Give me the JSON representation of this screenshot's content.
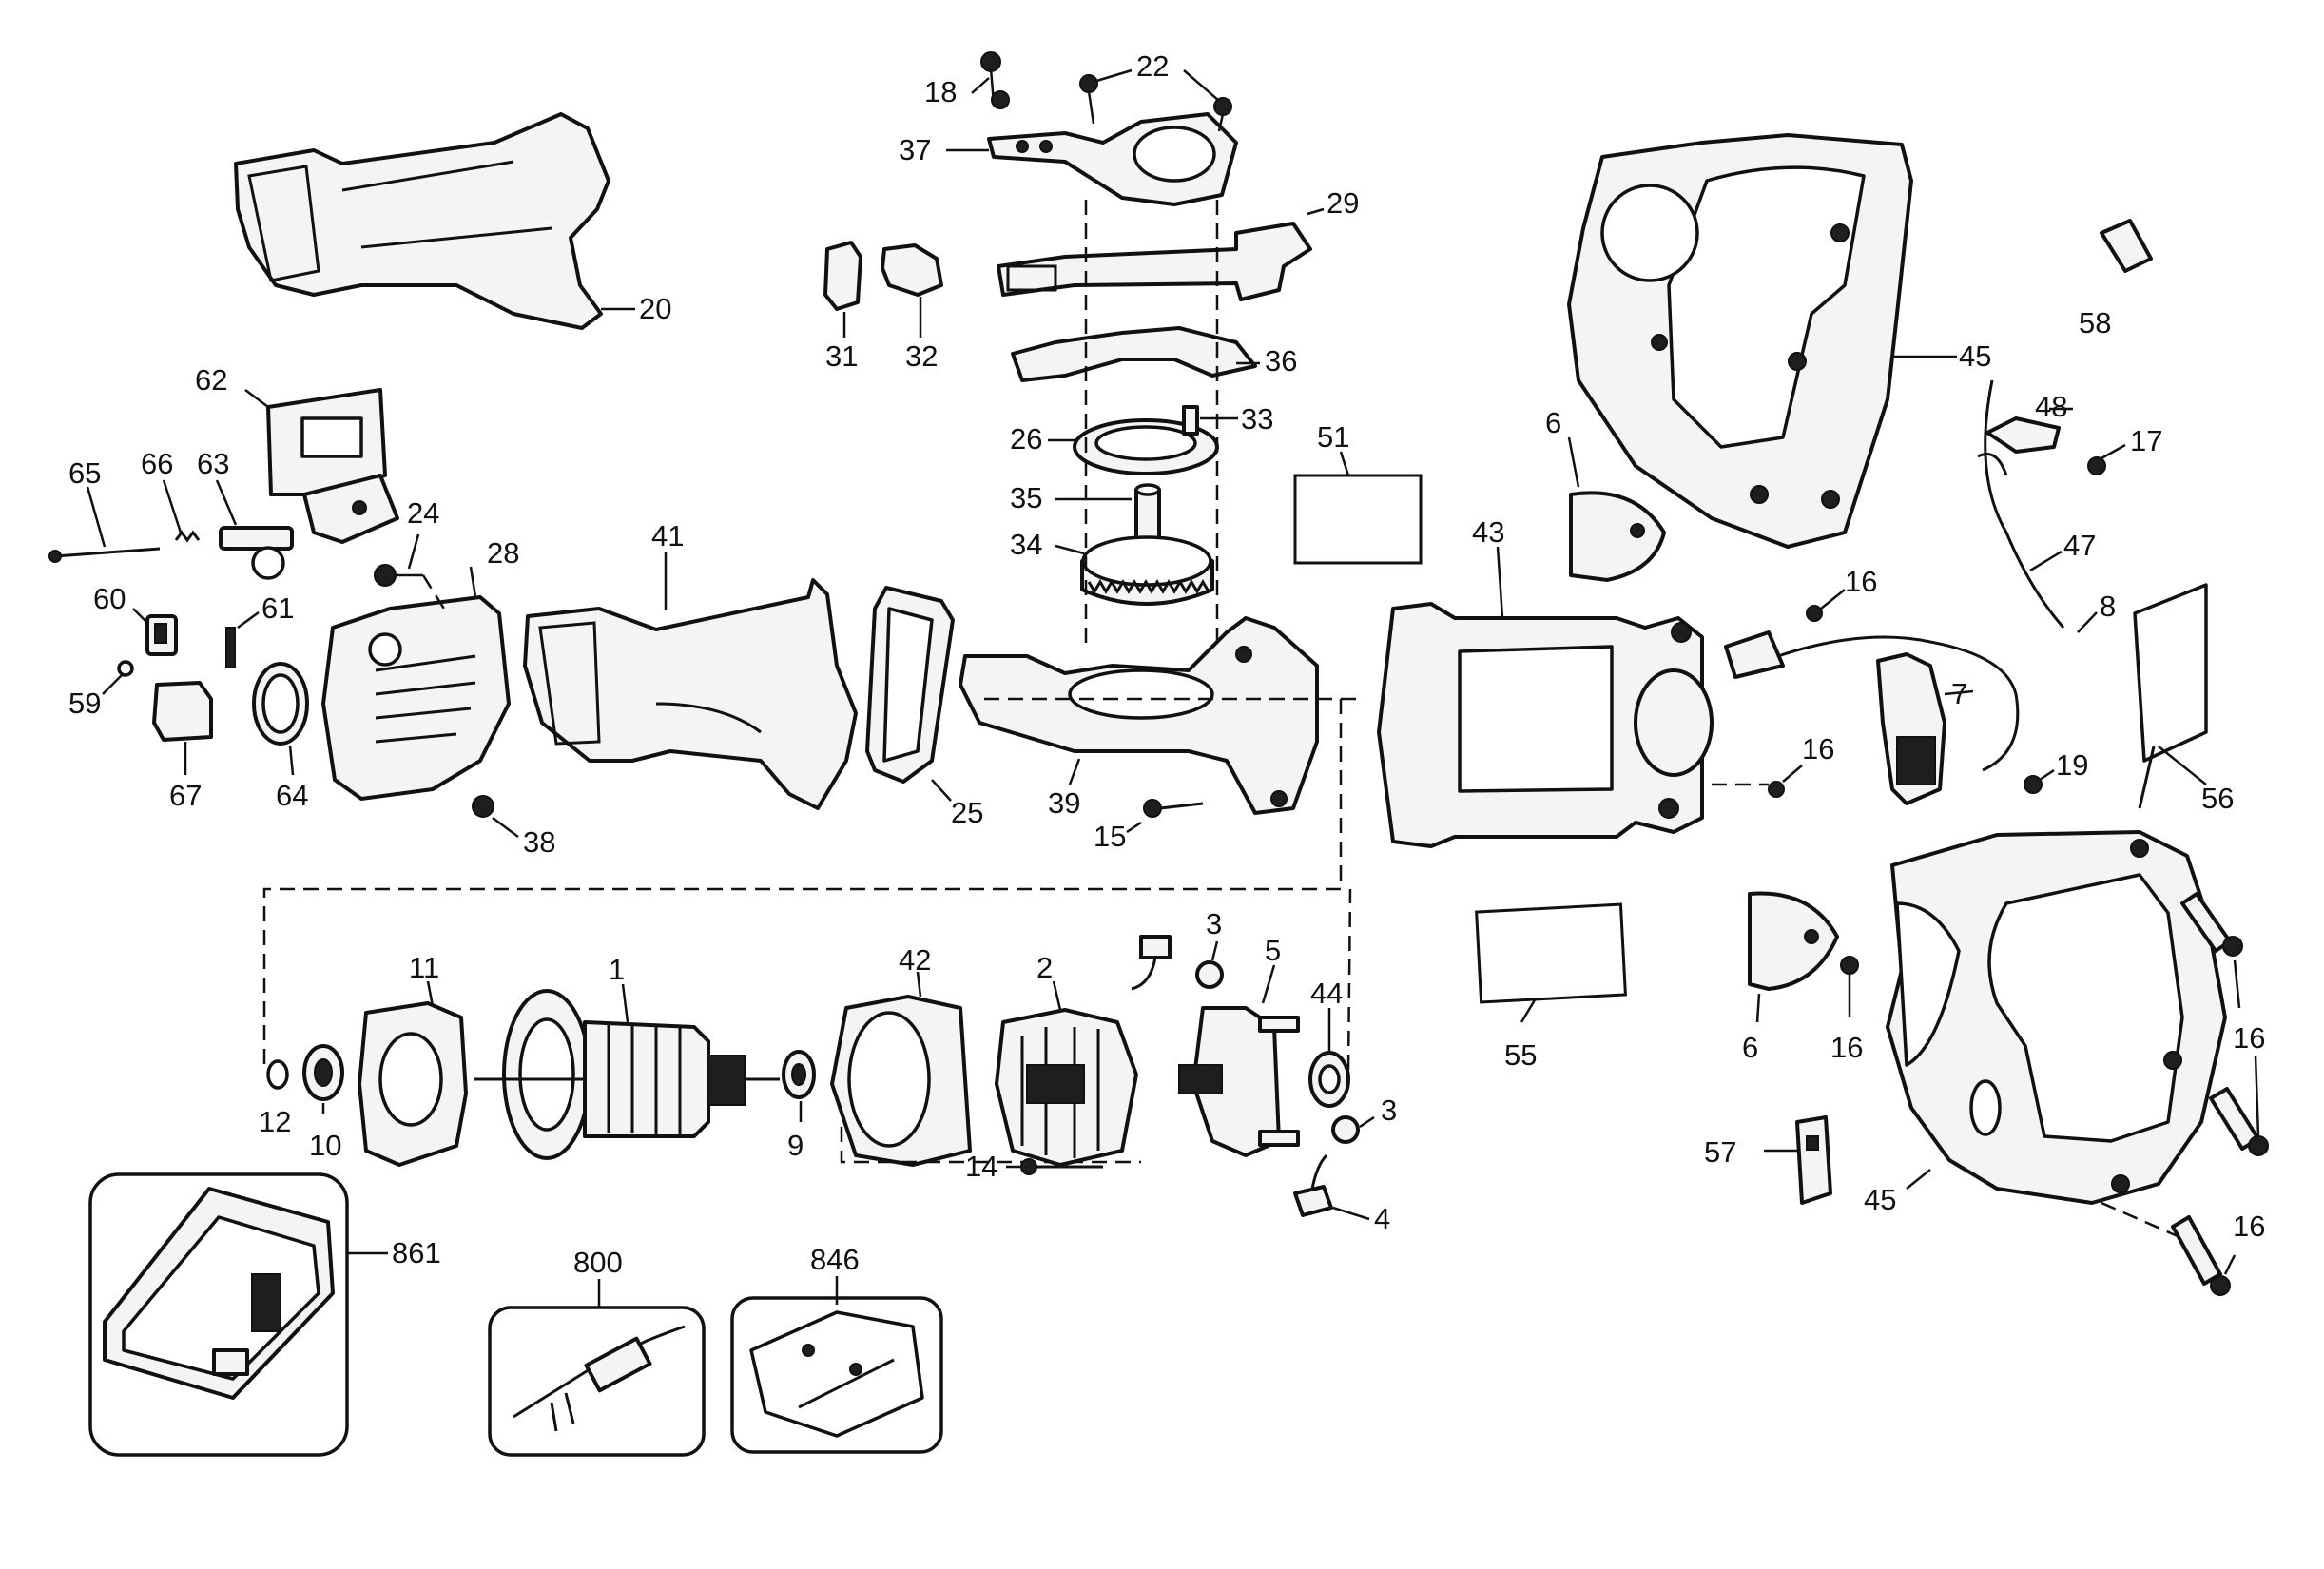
{
  "callouts": {
    "c1": "1",
    "c2": "2",
    "c3a": "3",
    "c3b": "3",
    "c4": "4",
    "c5": "5",
    "c6a": "6",
    "c6b": "6",
    "c7": "7",
    "c8": "8",
    "c9": "9",
    "c10": "10",
    "c11": "11",
    "c12": "12",
    "c14": "14",
    "c15": "15",
    "c16a": "16",
    "c16b": "16",
    "c16c": "16",
    "c16d": "16",
    "c16e": "16",
    "c17": "17",
    "c18": "18",
    "c19": "19",
    "c20": "20",
    "c22": "22",
    "c24": "24",
    "c25": "25",
    "c26": "26",
    "c28": "28",
    "c29": "29",
    "c31": "31",
    "c32": "32",
    "c33": "33",
    "c34": "34",
    "c35": "35",
    "c36": "36",
    "c37": "37",
    "c38": "38",
    "c39": "39",
    "c41": "41",
    "c42": "42",
    "c43": "43",
    "c44": "44",
    "c45a": "45",
    "c45b": "45",
    "c47": "47",
    "c48": "48",
    "c51": "51",
    "c55": "55",
    "c56": "56",
    "c57": "57",
    "c58": "58",
    "c59": "59",
    "c60": "60",
    "c61": "61",
    "c62": "62",
    "c63": "63",
    "c64": "64",
    "c65": "65",
    "c66": "66",
    "c67": "67",
    "c800": "800",
    "c846": "846",
    "c861": "861"
  },
  "colors": {
    "line": "#111111",
    "fill": "#f4f4f4",
    "background": "#ffffff"
  }
}
